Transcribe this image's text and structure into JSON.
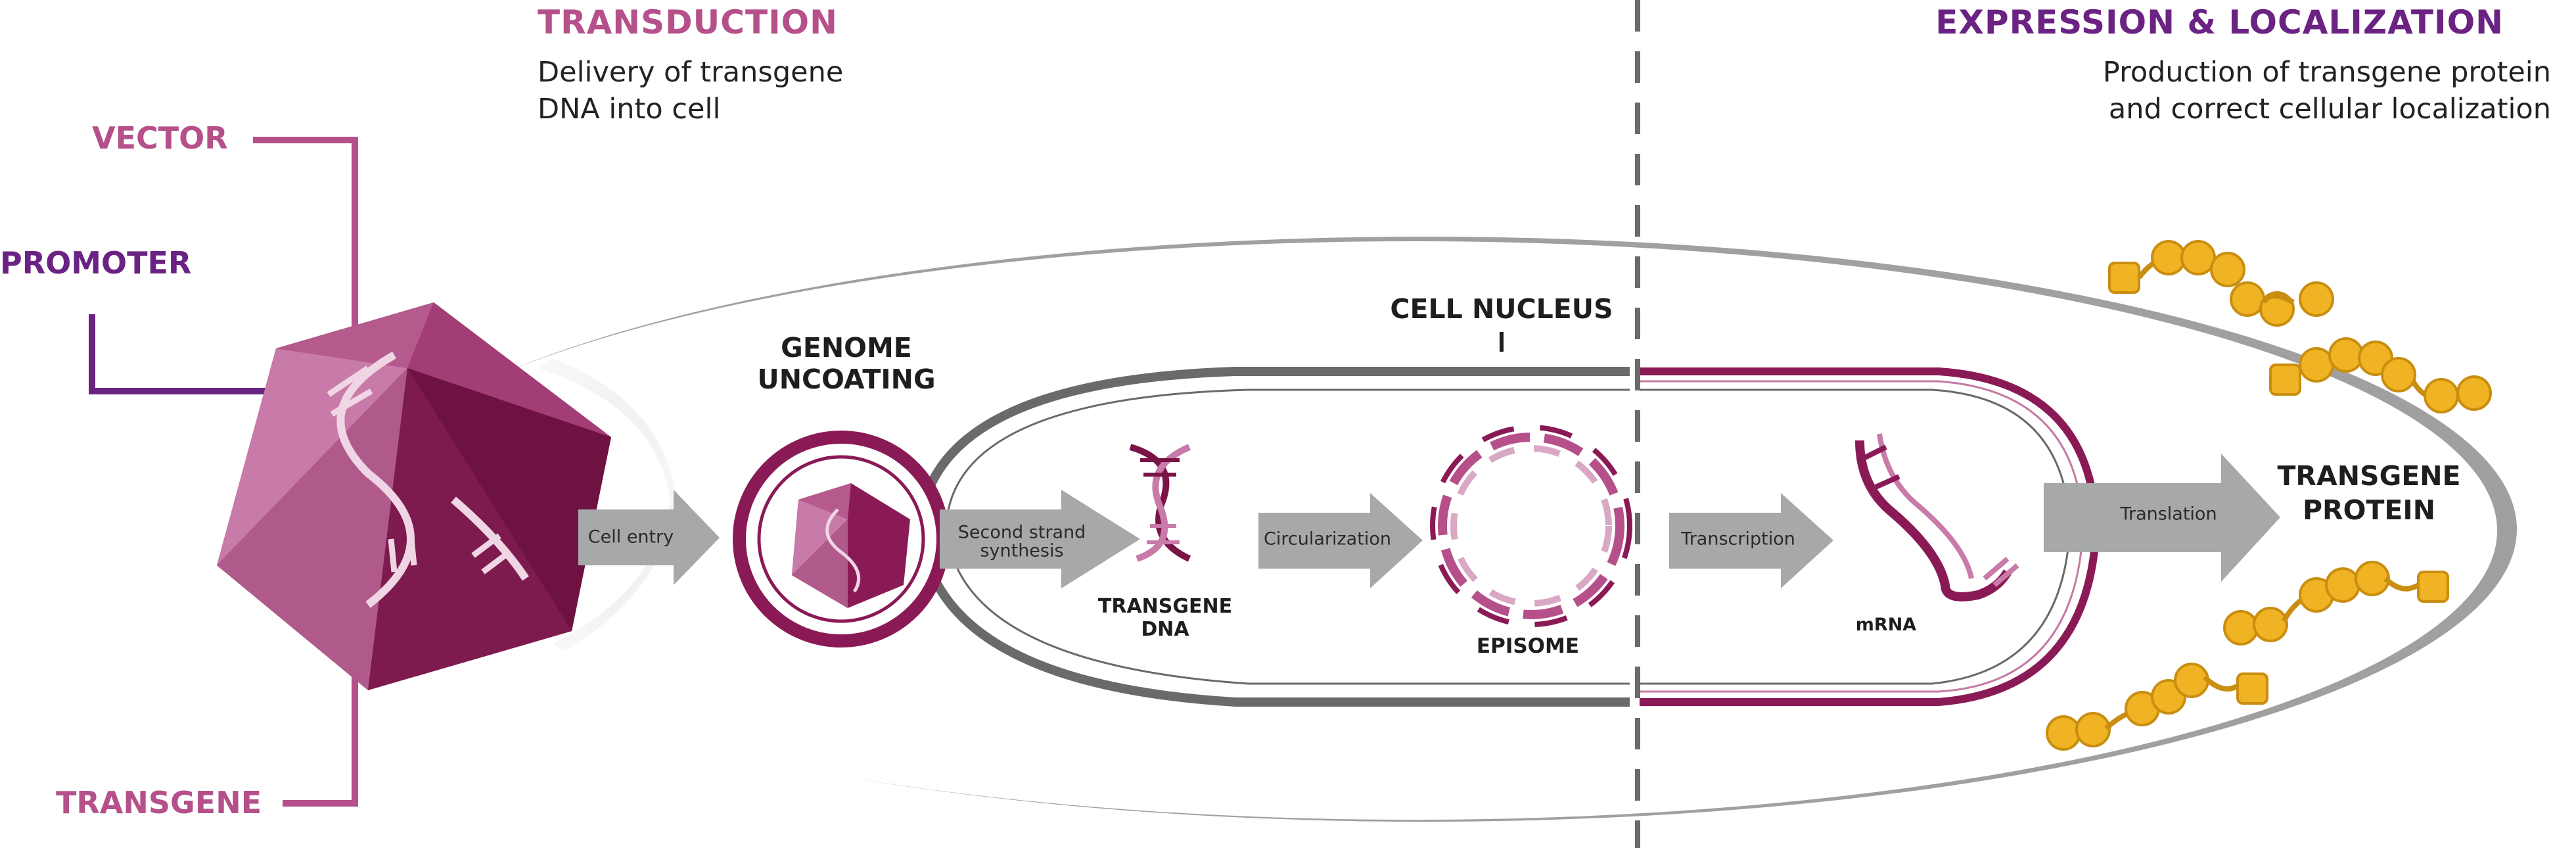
{
  "stages": {
    "transduction": {
      "title": "TRANSDUCTION",
      "subtitle_line1": "Delivery of transgene",
      "subtitle_line2": "DNA into cell"
    },
    "expression": {
      "title": "EXPRESSION & LOCALIZATION",
      "subtitle_line1": "Production of transgene protein",
      "subtitle_line2": "and correct cellular localization"
    }
  },
  "vector_labels": {
    "vector": "VECTOR",
    "promoter": "PROMOTER",
    "transgene": "TRANSGENE"
  },
  "structures": {
    "genome_uncoating_line1": "GENOME",
    "genome_uncoating_line2": "UNCOATING",
    "cell_nucleus": "CELL NUCLEUS",
    "transgene_dna_line1": "TRANSGENE",
    "transgene_dna_line2": "DNA",
    "episome": "EPISOME",
    "mrna": "mRNA",
    "transgene_protein_line1": "TRANSGENE",
    "transgene_protein_line2": "PROTEIN"
  },
  "steps": {
    "cell_entry": "Cell entry",
    "second_strand_line1": "Second strand",
    "second_strand_line2": "synthesis",
    "circularization": "Circularization",
    "transcription": "Transcription",
    "translation": "Translation"
  },
  "colors": {
    "vector_pink": "#b5508a",
    "promoter_purple": "#6b2383",
    "capsid_dark": "#7a1447",
    "capsid_light": "#c87aa8",
    "membrane_gray": "#666666",
    "arrow_gray": "#a7a8aa",
    "protein_gold": "#f0b323",
    "text_dark": "#1e1e1e"
  }
}
